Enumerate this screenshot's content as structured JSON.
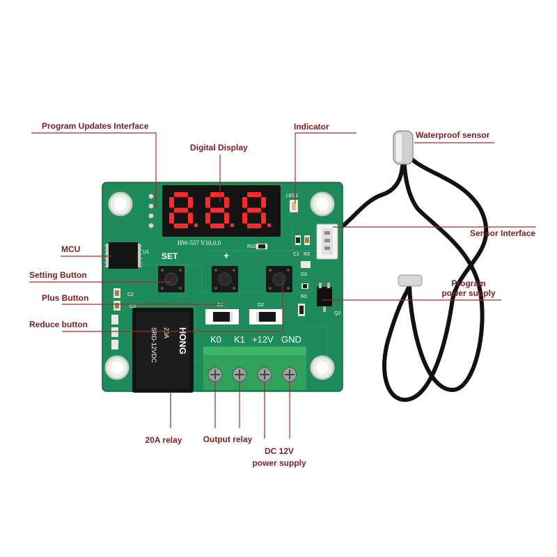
{
  "labels": {
    "program_updates_interface": "Program Updates Interface",
    "digital_display": "Digital Display",
    "indicator": "Indicator",
    "waterproof_sensor": "Waterproof sensor",
    "sensor_interface": "Sensor Interface",
    "mcu": "MCU",
    "setting_button": "Setting Button",
    "plus_button": "Plus Button",
    "reduce_button": "Reduce button",
    "program_power_supply_line1": "Program",
    "program_power_supply_line2": "power supply",
    "relay_20a": "20A relay",
    "output_relay": "Output relay",
    "dc_12v_line1": "DC 12V",
    "dc_12v_line2": "power supply"
  },
  "board": {
    "model": "HW-557  V10.0.0",
    "set_label": "SET",
    "plus_label": "+",
    "led_label": "LED1",
    "terminals": [
      "K0",
      "K1",
      "+12V",
      "GND"
    ],
    "silk": {
      "c1": "C1",
      "r3": "R3",
      "r10": "R10",
      "d3": "D3",
      "r0": "R0",
      "q2": "Q2",
      "d1": "D1",
      "d2": "D2",
      "c2": "C2",
      "c3": "C3",
      "u1": "U1"
    },
    "relay_text": [
      "HONG",
      "SRD-12VDC",
      "20A"
    ]
  },
  "colors": {
    "label": "#7a2023",
    "leader": "#a4282c",
    "pcb": "#1f8a5a",
    "display": "#ff2a2a",
    "terminal": "#2fa35a"
  }
}
